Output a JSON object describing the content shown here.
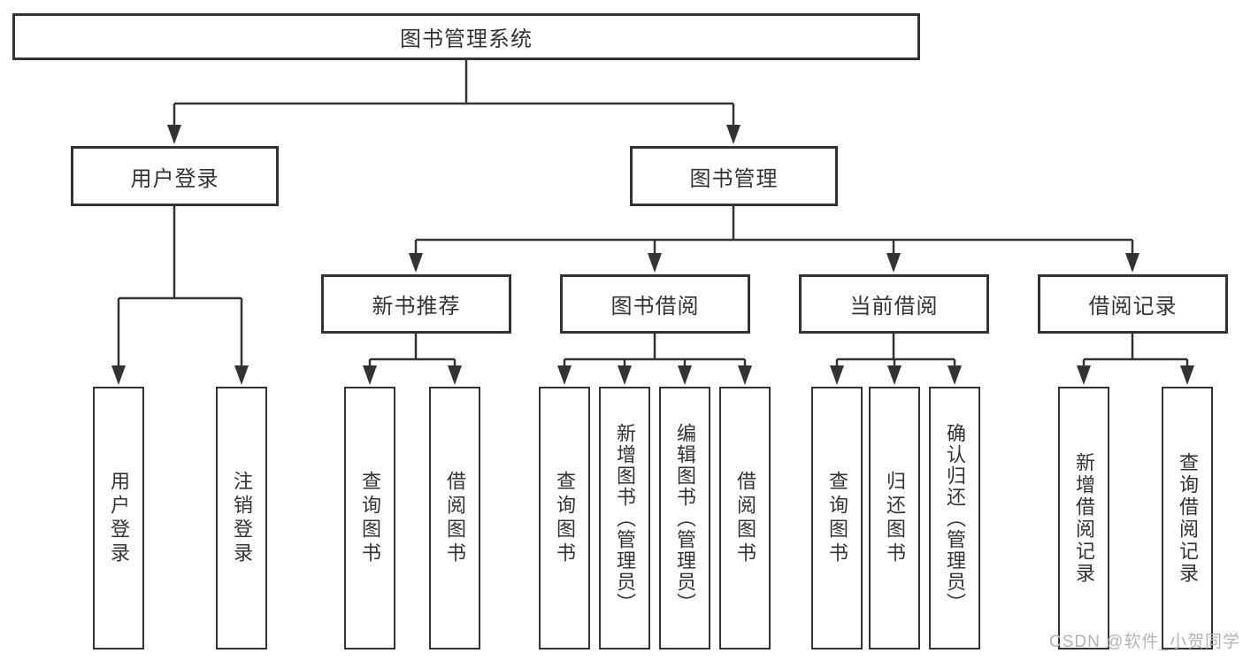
{
  "diagram": {
    "type": "tree-diagram",
    "nodes": {
      "root": "图书管理系统",
      "user_login": "用户登录",
      "book_mgmt": "图书管理",
      "new_book_rec": "新书推荐",
      "book_borrow": "图书借阅",
      "current_borrow": "当前借阅",
      "borrow_records": "借阅记录",
      "leaf_user_login": "用户登录",
      "leaf_logout": "注销登录",
      "leaf_query_book_rec": "查询图书",
      "leaf_borrow_book_rec": "借阅图书",
      "leaf_query_book_borrow": "查询图书",
      "leaf_add_book": "新增图书（管理员）",
      "leaf_edit_book": "编辑图书（管理员）",
      "leaf_borrow_book_borrow": "借阅图书",
      "leaf_query_book_current": "查询图书",
      "leaf_return_book": "归还图书",
      "leaf_confirm_return": "确认归还（管理员）",
      "leaf_add_borrow_record": "新增借阅记录",
      "leaf_query_borrow_record": "查询借阅记录"
    },
    "edges": [
      [
        "root",
        "user_login"
      ],
      [
        "root",
        "book_mgmt"
      ],
      [
        "user_login",
        "leaf_user_login"
      ],
      [
        "user_login",
        "leaf_logout"
      ],
      [
        "book_mgmt",
        "new_book_rec"
      ],
      [
        "book_mgmt",
        "book_borrow"
      ],
      [
        "book_mgmt",
        "current_borrow"
      ],
      [
        "book_mgmt",
        "borrow_records"
      ],
      [
        "new_book_rec",
        "leaf_query_book_rec"
      ],
      [
        "new_book_rec",
        "leaf_borrow_book_rec"
      ],
      [
        "book_borrow",
        "leaf_query_book_borrow"
      ],
      [
        "book_borrow",
        "leaf_add_book"
      ],
      [
        "book_borrow",
        "leaf_edit_book"
      ],
      [
        "book_borrow",
        "leaf_borrow_book_borrow"
      ],
      [
        "current_borrow",
        "leaf_query_book_current"
      ],
      [
        "current_borrow",
        "leaf_return_book"
      ],
      [
        "current_borrow",
        "leaf_confirm_return"
      ],
      [
        "borrow_records",
        "leaf_add_borrow_record"
      ],
      [
        "borrow_records",
        "leaf_query_borrow_record"
      ]
    ],
    "colors": {
      "line": "#333333",
      "box_border": "#333333",
      "box_fill": "#ffffff",
      "text": "#333333",
      "background": "#ffffff",
      "watermark": "#b3b3b3"
    }
  },
  "watermark": {
    "text": "CSDN @软件_小贺同学"
  }
}
